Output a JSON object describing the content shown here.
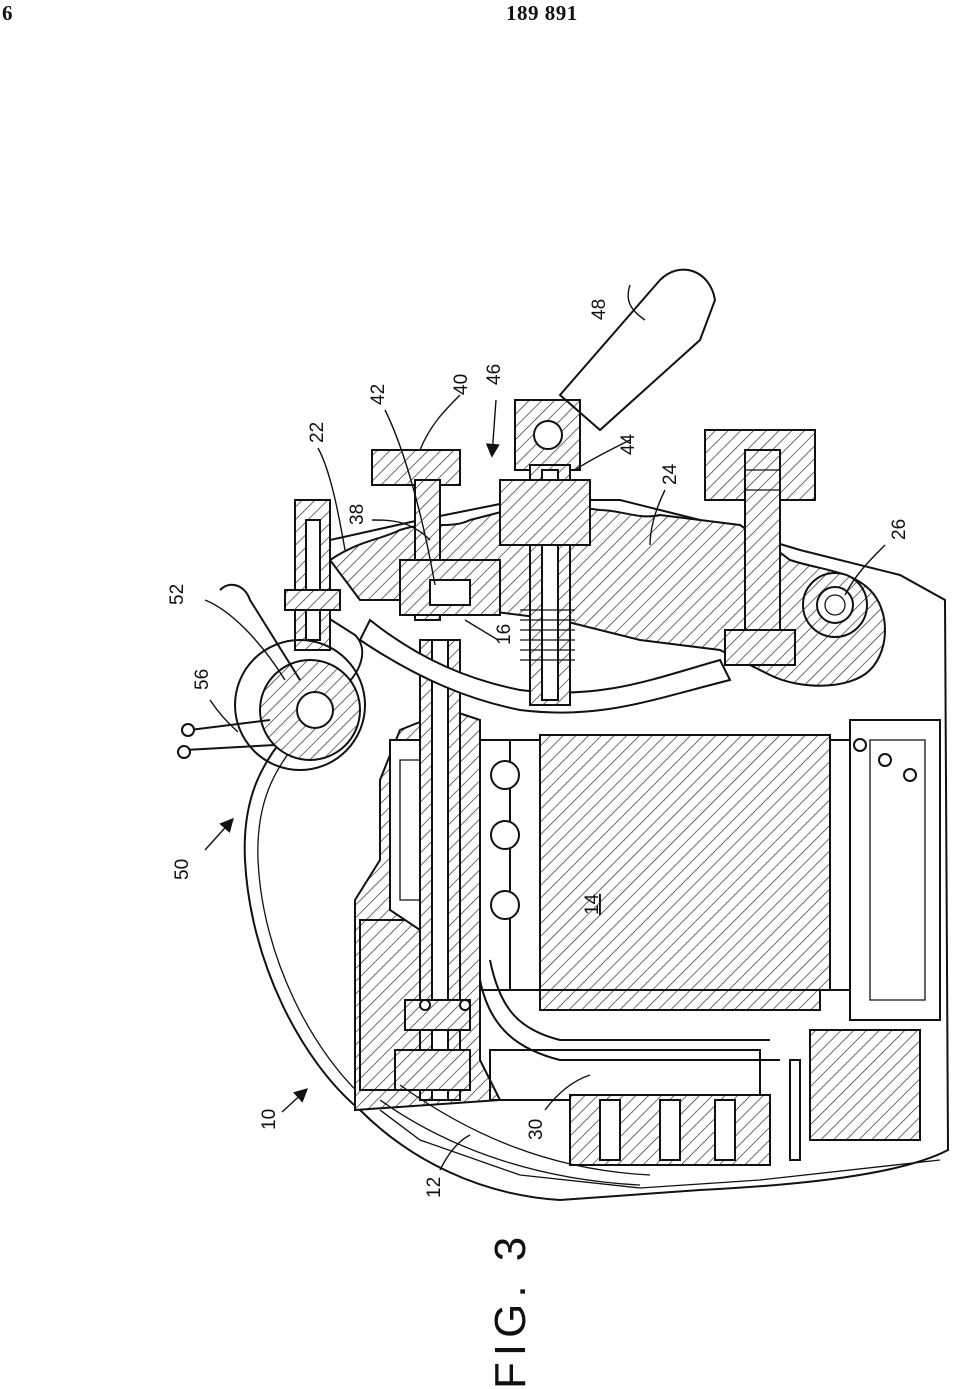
{
  "header": {
    "page_number": "6",
    "patent_number": "189 891"
  },
  "figure": {
    "label": "FIG. 3",
    "reference_numerals": {
      "r10": "10",
      "r12": "12",
      "r14": "14",
      "r16": "16",
      "r22": "22",
      "r24": "24",
      "r26": "26",
      "r30": "30",
      "r38": "38",
      "r40": "40",
      "r42": "42",
      "r44": "44",
      "r46": "46",
      "r48": "48",
      "r50": "50",
      "r52": "52",
      "r56": "56"
    }
  }
}
